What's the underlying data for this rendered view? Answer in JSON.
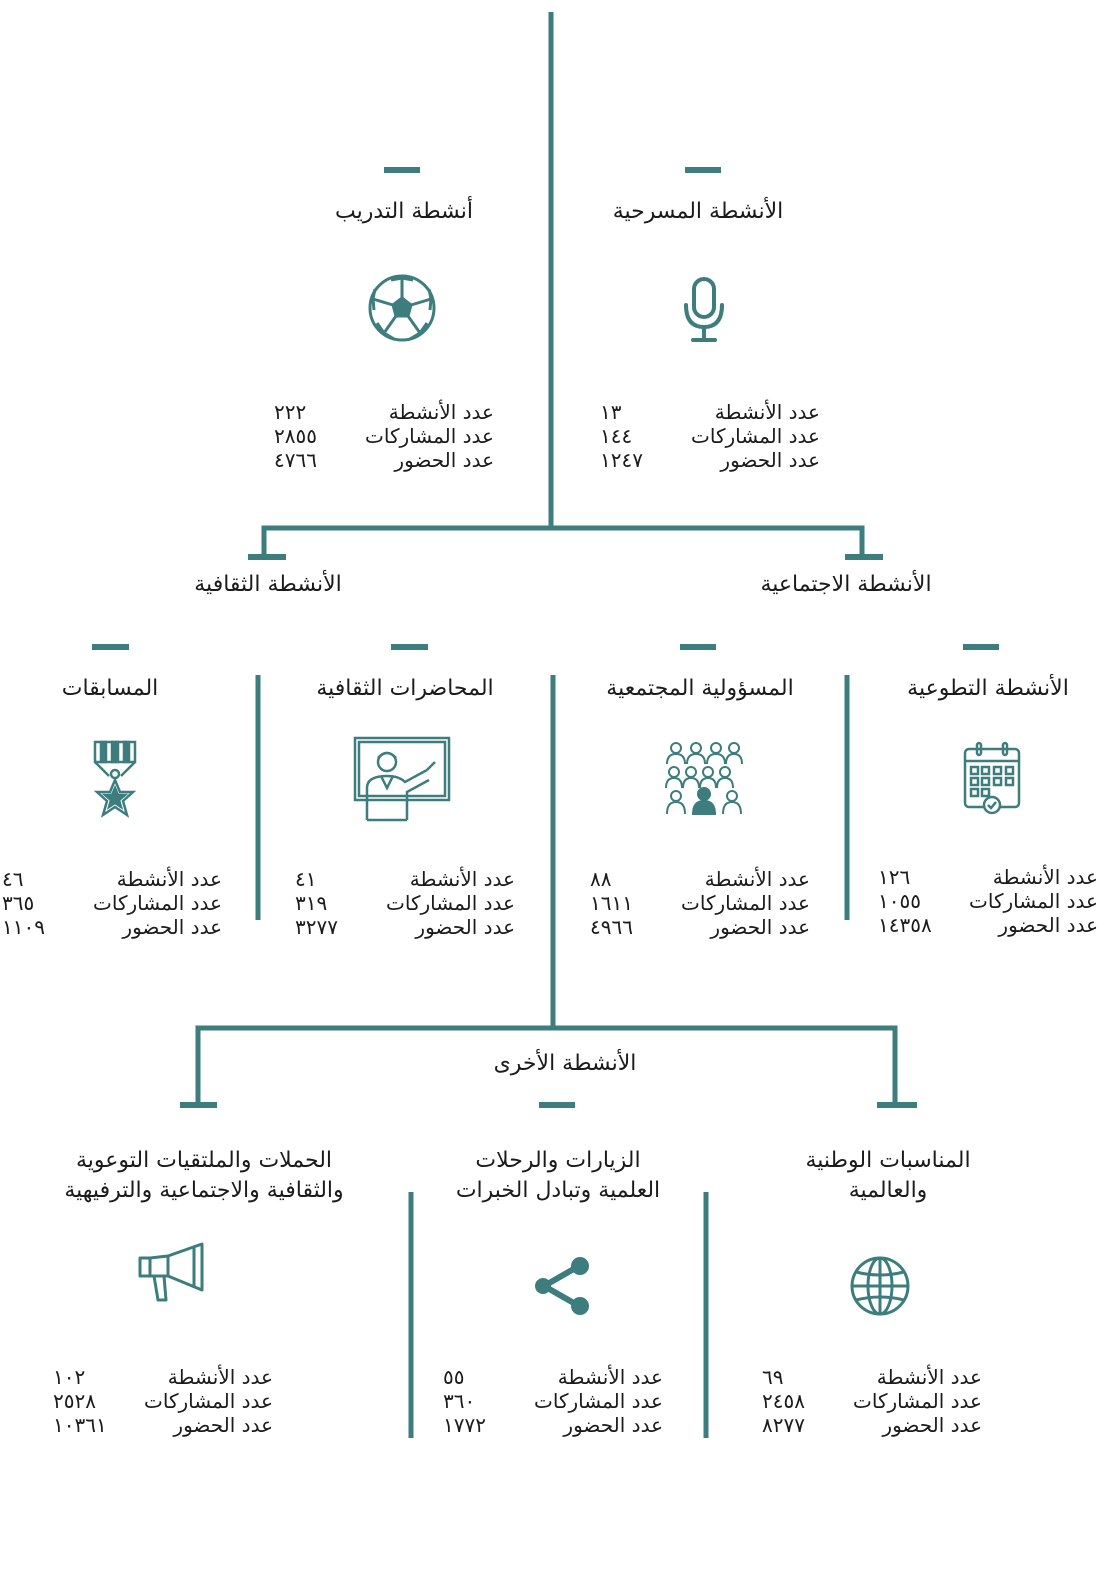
{
  "colors": {
    "accent": "#3d7d7e",
    "text": "#1b1b1b"
  },
  "stat_labels": {
    "activities": "عدد الأنشطة",
    "participants": "عدد المشاركات",
    "attendance": "عدد الحضور"
  },
  "groups": {
    "social": "الأنشطة الاجتماعية",
    "cultural": "الأنشطة الثقافية",
    "other": "الأنشطة الأخرى"
  },
  "boxes": {
    "theatrical": {
      "title": "الأنشطة المسرحية",
      "icon": "microphone-icon",
      "activities": "١٣",
      "participants": "١٤٤",
      "attendance": "١٢٤٧"
    },
    "training": {
      "title": "أنشطة التدريب",
      "icon": "football-icon",
      "activities": "٢٢٢",
      "participants": "٢٨٥٥",
      "attendance": "٤٧٦٦"
    },
    "volunteer": {
      "title": "الأنشطة التطوعية",
      "icon": "calendar-icon",
      "activities": "١٢٦",
      "participants": "١٠٥٥",
      "attendance": "١٤٣٥٨"
    },
    "community": {
      "title": "المسؤولية المجتمعية",
      "icon": "people-group-icon",
      "activities": "٨٨",
      "participants": "١٦١١",
      "attendance": "٤٩٦٦"
    },
    "lectures": {
      "title": "المحاضرات الثقافية",
      "icon": "teacher-icon",
      "activities": "٤١",
      "participants": "٣١٩",
      "attendance": "٣٢٧٧"
    },
    "competitions": {
      "title": "المسابقات",
      "icon": "medal-icon",
      "activities": "٤٦",
      "participants": "٣٦٥",
      "attendance": "١١٠٩"
    },
    "national": {
      "title_line1": "المناسبات الوطنية",
      "title_line2": "والعالمية",
      "icon": "globe-icon",
      "activities": "٦٩",
      "participants": "٢٤٥٨",
      "attendance": "٨٢٧٧"
    },
    "visits": {
      "title_line1": "الزيارات والرحلات",
      "title_line2": "العلمية وتبادل الخبرات",
      "icon": "share-icon",
      "activities": "٥٥",
      "participants": "٣٦٠",
      "attendance": "١٧٧٢"
    },
    "campaigns": {
      "title_line1": "الحملات والملتقيات التوعوية",
      "title_line2": "والثقافية والاجتماعية والترفيهية",
      "icon": "megaphone-icon",
      "activities": "١٠٢",
      "participants": "٢٥٢٨",
      "attendance": "١٠٣٦١"
    }
  }
}
